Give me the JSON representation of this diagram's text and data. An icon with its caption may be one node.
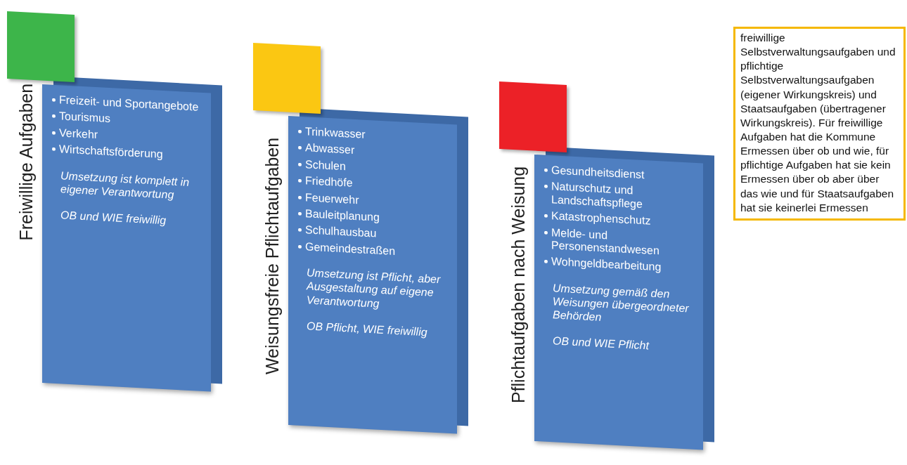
{
  "diagram": {
    "nodes": [
      {
        "text": [
          "Freiwillige Aufgaben"
        ]
      },
      {
        "text": [
          "Freizeit- und Sportangebote",
          "Tourismus",
          "Verkehr",
          "Wirtschaftsförderung"
        ],
        "in": 0
      },
      {
        "text": [
          "Umsetzung ist komplett in eigener Verantwortung",
          "OB und WIE freiwillig"
        ],
        "in": 0
      },
      {
        "text": [
          "Weisungsfreie Pflichtaufgaben"
        ]
      },
      {
        "text": [
          "Trinkwasser",
          "Abwasser",
          "Schulen",
          "Friedhöfe",
          "Feuerwehr",
          "Bauleitplanung",
          "Schulhausbau",
          "Gemeindestraßen"
        ],
        "in": 3
      },
      {
        "text": [
          "Umsetzung ist Pflicht, aber Ausgestaltung auf eigene Verantwortung",
          "OB Pflicht, WIE freiwillig"
        ],
        "in": 3
      },
      {
        "text": [
          "Pflichtaufgaben nach Weisung"
        ]
      },
      {
        "text": [
          "Gesundheitsdienst",
          "Naturschutz und Landschaftspflege",
          "Katastrophenschutz",
          "Melde- und Personenstandwesen",
          "Wohngeldbearbeitung"
        ],
        "in": 6
      },
      {
        "text": [
          "Umsetzung gemäß den Weisungen übergeordneter Behörden",
          "OB und WIE Pflicht"
        ],
        "in": 6
      },
      {
        "text": [
          "freiwillige Selbstverwaltungsaufgaben und pflichtige Selbstverwaltungsaufgaben (eigener Wirkungskreis) und Staatsaufgaben (übertragener Wirkungskreis). Für freiwillige Aufgaben hat die Kommune Ermessen über ob und wie, für pflichtige Aufgaben hat sie kein Ermessen über ob aber über das wie und für Staatsaufgaben hat sie keinerlei Ermessen"
        ]
      },
      {
        "text": [],
        "shape": "box"
      },
      {
        "text": [],
        "shape": "box"
      },
      {
        "text": [],
        "shape": "box"
      }
    ]
  }
}
